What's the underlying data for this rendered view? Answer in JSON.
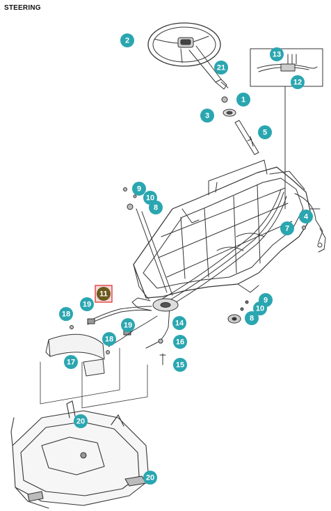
{
  "title": "STEERING",
  "colors": {
    "callout": "#2aa6b0",
    "callout_text": "#ffffff",
    "highlight_fill": "#6b5a1e",
    "highlight_frame": "#e24b4b",
    "line": "#333333"
  },
  "callouts": [
    {
      "id": "c2",
      "label": "2"
    },
    {
      "id": "c21",
      "label": "21"
    },
    {
      "id": "c13",
      "label": "13"
    },
    {
      "id": "c12",
      "label": "12"
    },
    {
      "id": "c1",
      "label": "1"
    },
    {
      "id": "c3",
      "label": "3"
    },
    {
      "id": "c5",
      "label": "5"
    },
    {
      "id": "c9a",
      "label": "9"
    },
    {
      "id": "c10a",
      "label": "10"
    },
    {
      "id": "c8a",
      "label": "8"
    },
    {
      "id": "c4",
      "label": "4"
    },
    {
      "id": "c7",
      "label": "7"
    },
    {
      "id": "c11",
      "label": "11",
      "highlighted": true
    },
    {
      "id": "c19a",
      "label": "19"
    },
    {
      "id": "c18a",
      "label": "18"
    },
    {
      "id": "c9b",
      "label": "9"
    },
    {
      "id": "c10b",
      "label": "10"
    },
    {
      "id": "c8b",
      "label": "8"
    },
    {
      "id": "c14",
      "label": "14"
    },
    {
      "id": "c19b",
      "label": "19"
    },
    {
      "id": "c18b",
      "label": "18"
    },
    {
      "id": "c16",
      "label": "16"
    },
    {
      "id": "c17",
      "label": "17"
    },
    {
      "id": "c15",
      "label": "15"
    },
    {
      "id": "c20a",
      "label": "20"
    },
    {
      "id": "c20b",
      "label": "20"
    }
  ]
}
